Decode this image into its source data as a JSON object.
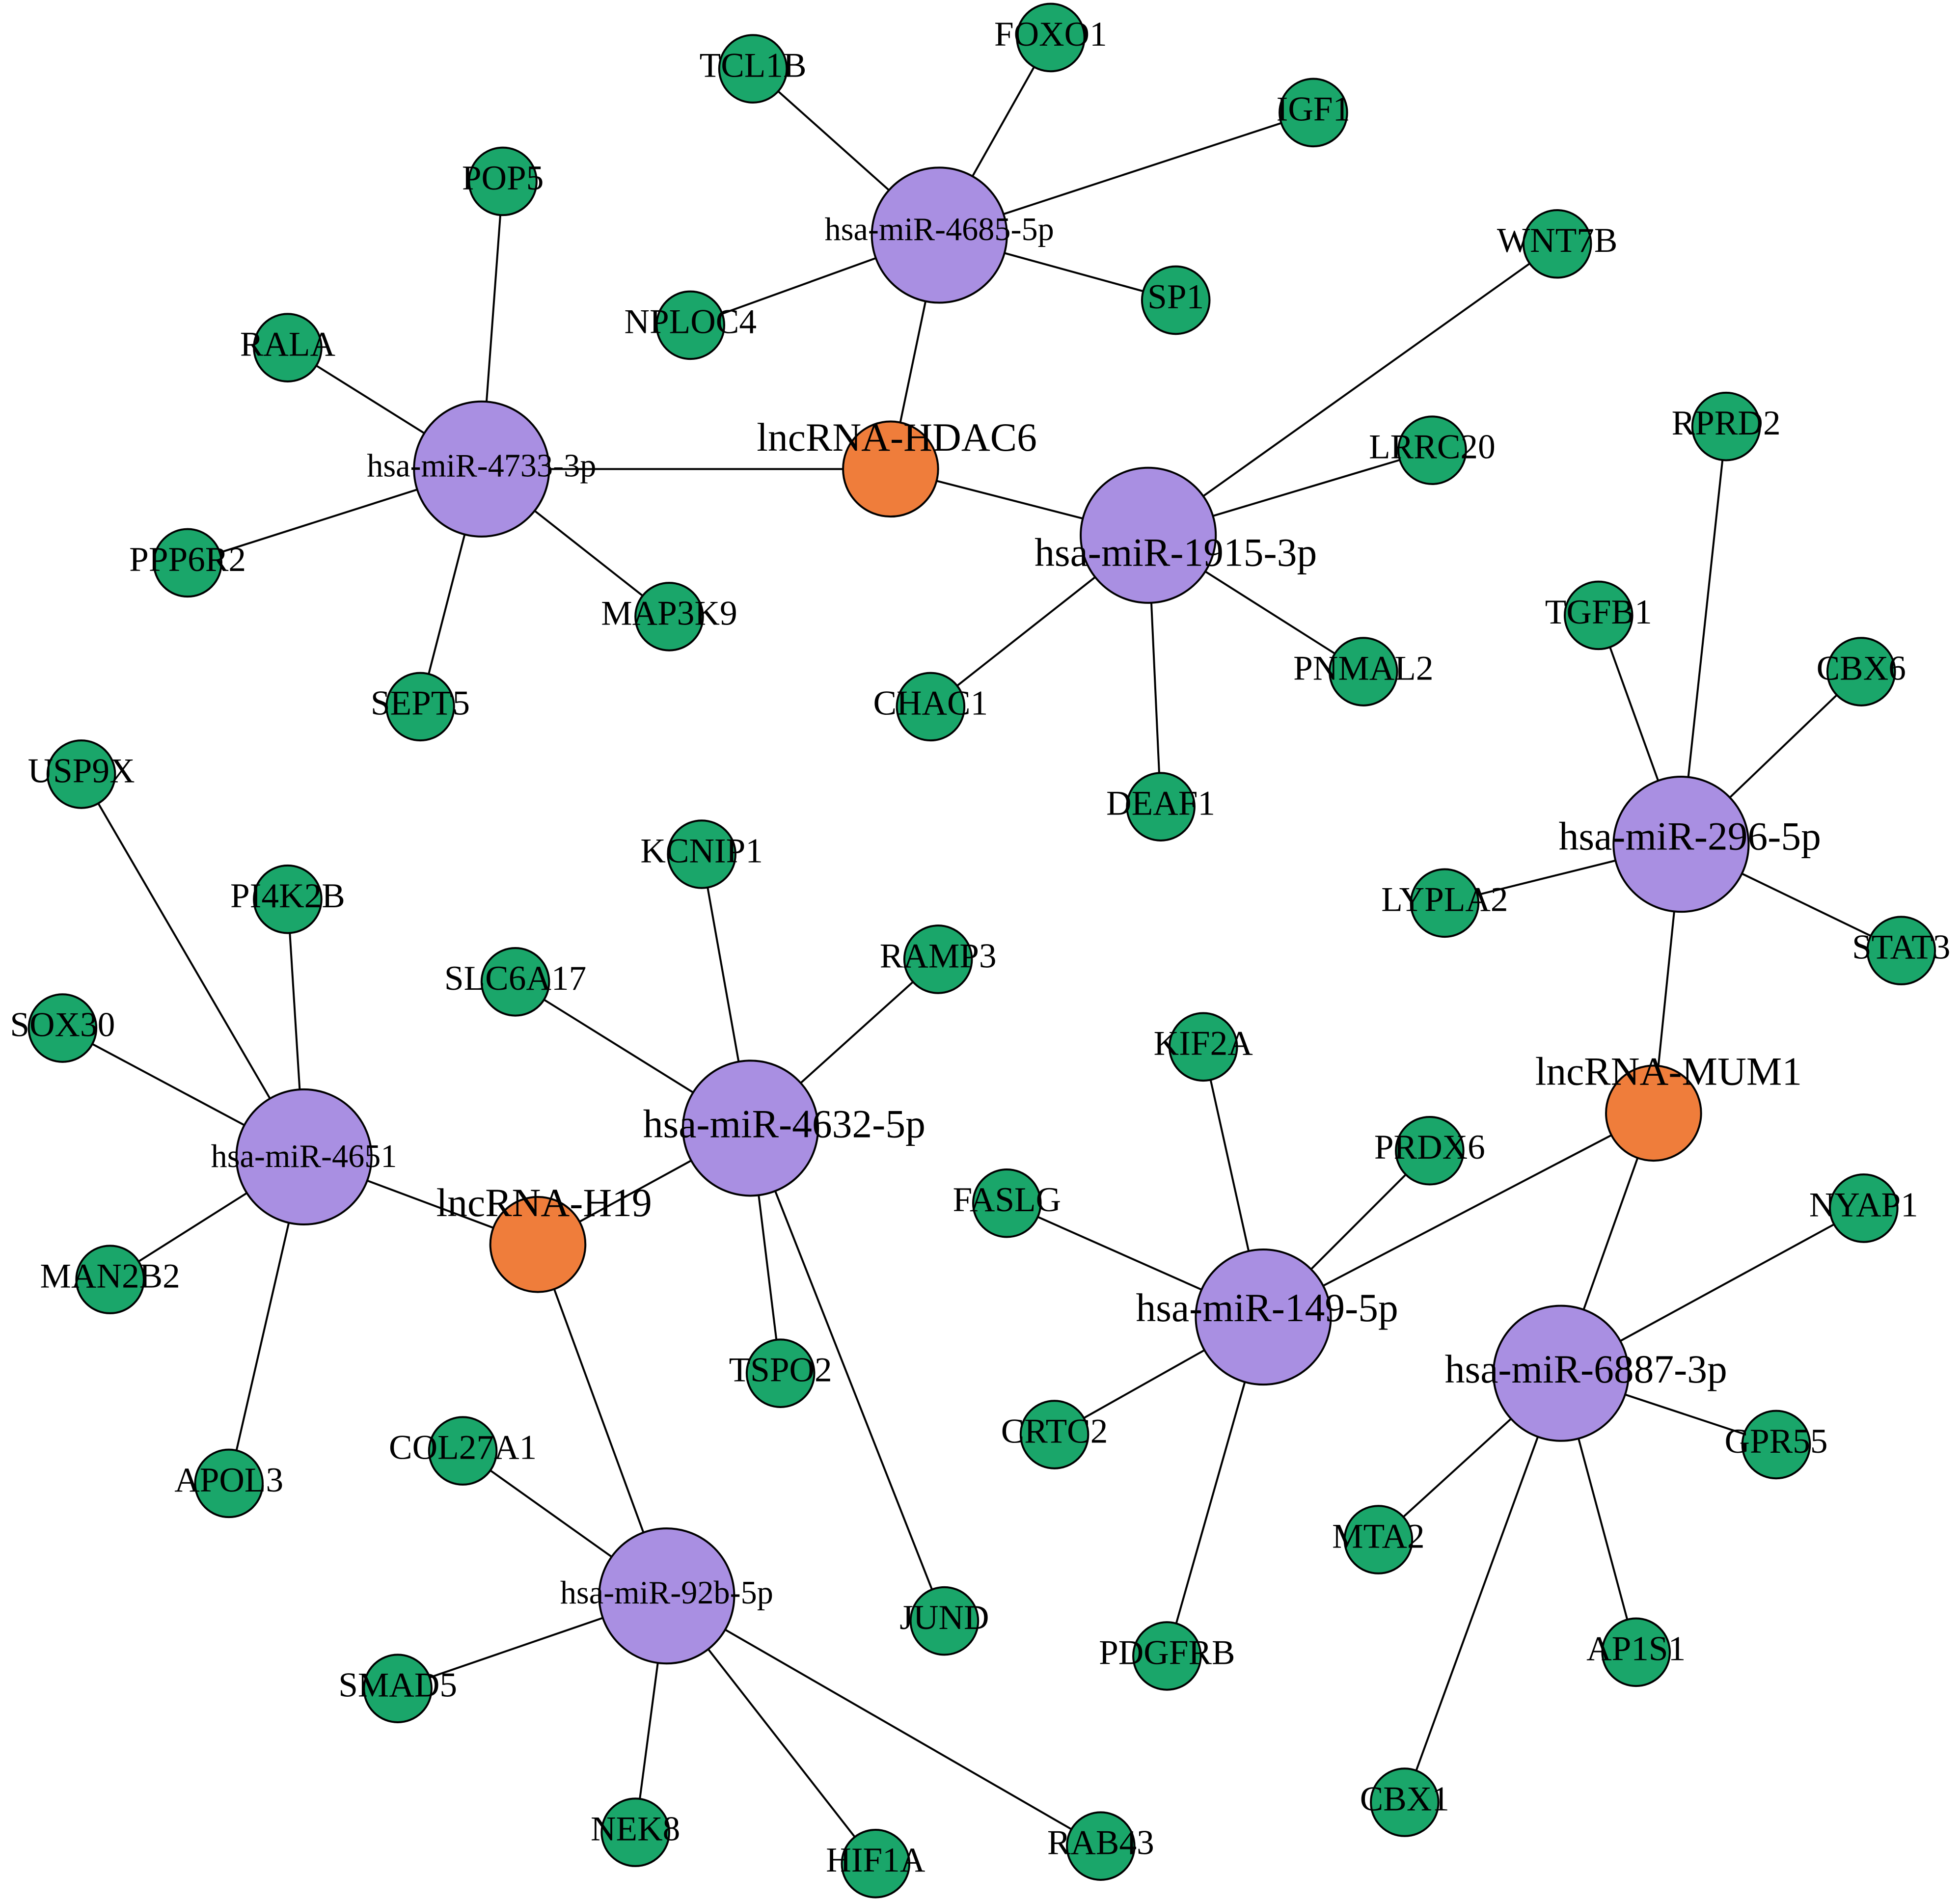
{
  "colors": {
    "lncrna": "#ef7d3b",
    "mirna": "#a98fe2",
    "gene": "#1aa66a",
    "edge": "#000000"
  },
  "nodes": [
    {
      "id": "lnc-hdac6",
      "type": "lncrna",
      "label": "lncRNA-HDAC6"
    },
    {
      "id": "lnc-h19",
      "type": "lncrna",
      "label": "lncRNA-H19"
    },
    {
      "id": "lnc-mum1",
      "type": "lncrna",
      "label": "lncRNA-MUM1"
    },
    {
      "id": "mir-4685",
      "type": "mirna",
      "label": "hsa-miR-4685-5p"
    },
    {
      "id": "mir-4733",
      "type": "mirna",
      "label": "hsa-miR-4733-3p"
    },
    {
      "id": "mir-1915",
      "type": "mirna",
      "label": "hsa-miR-1915-3p"
    },
    {
      "id": "mir-296",
      "type": "mirna",
      "label": "hsa-miR-296-5p"
    },
    {
      "id": "mir-4651",
      "type": "mirna",
      "label": "hsa-miR-4651"
    },
    {
      "id": "mir-4632",
      "type": "mirna",
      "label": "hsa-miR-4632-5p"
    },
    {
      "id": "mir-149",
      "type": "mirna",
      "label": "hsa-miR-149-5p"
    },
    {
      "id": "mir-6887",
      "type": "mirna",
      "label": "hsa-miR-6887-3p"
    },
    {
      "id": "mir-92b",
      "type": "mirna",
      "label": "hsa-miR-92b-5p"
    },
    {
      "id": "tcl1b",
      "type": "gene",
      "label": "TCL1B"
    },
    {
      "id": "foxo1",
      "type": "gene",
      "label": "FOXO1"
    },
    {
      "id": "igf1",
      "type": "gene",
      "label": "IGF1"
    },
    {
      "id": "sp1",
      "type": "gene",
      "label": "SP1"
    },
    {
      "id": "nploc4",
      "type": "gene",
      "label": "NPLOC4"
    },
    {
      "id": "pop5",
      "type": "gene",
      "label": "POP5"
    },
    {
      "id": "rala",
      "type": "gene",
      "label": "RALA"
    },
    {
      "id": "ppp6r2",
      "type": "gene",
      "label": "PPP6R2"
    },
    {
      "id": "map3k9",
      "type": "gene",
      "label": "MAP3K9"
    },
    {
      "id": "sept5",
      "type": "gene",
      "label": "SEPT5"
    },
    {
      "id": "wnt7b",
      "type": "gene",
      "label": "WNT7B"
    },
    {
      "id": "lrrc20",
      "type": "gene",
      "label": "LRRC20"
    },
    {
      "id": "pnmal2",
      "type": "gene",
      "label": "PNMAL2"
    },
    {
      "id": "deaf1",
      "type": "gene",
      "label": "DEAF1"
    },
    {
      "id": "chac1",
      "type": "gene",
      "label": "CHAC1"
    },
    {
      "id": "rprd2",
      "type": "gene",
      "label": "RPRD2"
    },
    {
      "id": "tgfb1",
      "type": "gene",
      "label": "TGFB1"
    },
    {
      "id": "cbx6",
      "type": "gene",
      "label": "CBX6"
    },
    {
      "id": "lypla2",
      "type": "gene",
      "label": "LYPLA2"
    },
    {
      "id": "stat3",
      "type": "gene",
      "label": "STAT3"
    },
    {
      "id": "usp9x",
      "type": "gene",
      "label": "USP9X"
    },
    {
      "id": "pi4k2b",
      "type": "gene",
      "label": "PI4K2B"
    },
    {
      "id": "sox30",
      "type": "gene",
      "label": "SOX30"
    },
    {
      "id": "man2b2",
      "type": "gene",
      "label": "MAN2B2"
    },
    {
      "id": "apol3",
      "type": "gene",
      "label": "APOL3"
    },
    {
      "id": "kcnip1",
      "type": "gene",
      "label": "KCNIP1"
    },
    {
      "id": "slc6a17",
      "type": "gene",
      "label": "SLC6A17"
    },
    {
      "id": "ramp3",
      "type": "gene",
      "label": "RAMP3"
    },
    {
      "id": "tspo2",
      "type": "gene",
      "label": "TSPO2"
    },
    {
      "id": "jund",
      "type": "gene",
      "label": "JUND"
    },
    {
      "id": "kif2a",
      "type": "gene",
      "label": "KIF2A"
    },
    {
      "id": "prdx6",
      "type": "gene",
      "label": "PRDX6"
    },
    {
      "id": "faslg",
      "type": "gene",
      "label": "FASLG"
    },
    {
      "id": "crtc2",
      "type": "gene",
      "label": "CRTC2"
    },
    {
      "id": "pdgfrb",
      "type": "gene",
      "label": "PDGFRB"
    },
    {
      "id": "nyap1",
      "type": "gene",
      "label": "NYAP1"
    },
    {
      "id": "gpr55",
      "type": "gene",
      "label": "GPR55"
    },
    {
      "id": "mta2",
      "type": "gene",
      "label": "MTA2"
    },
    {
      "id": "ap1s1",
      "type": "gene",
      "label": "AP1S1"
    },
    {
      "id": "cbx1",
      "type": "gene",
      "label": "CBX1"
    },
    {
      "id": "col27a1",
      "type": "gene",
      "label": "COL27A1"
    },
    {
      "id": "smad5",
      "type": "gene",
      "label": "SMAD5"
    },
    {
      "id": "nek8",
      "type": "gene",
      "label": "NEK8"
    },
    {
      "id": "hif1a",
      "type": "gene",
      "label": "HIF1A"
    },
    {
      "id": "rab43",
      "type": "gene",
      "label": "RAB43"
    }
  ],
  "edges": [
    [
      "mir-4685",
      "tcl1b"
    ],
    [
      "mir-4685",
      "foxo1"
    ],
    [
      "mir-4685",
      "igf1"
    ],
    [
      "mir-4685",
      "sp1"
    ],
    [
      "mir-4685",
      "nploc4"
    ],
    [
      "mir-4685",
      "lnc-hdac6"
    ],
    [
      "mir-4733",
      "pop5"
    ],
    [
      "mir-4733",
      "rala"
    ],
    [
      "mir-4733",
      "ppp6r2"
    ],
    [
      "mir-4733",
      "map3k9"
    ],
    [
      "mir-4733",
      "sept5"
    ],
    [
      "mir-4733",
      "lnc-hdac6"
    ],
    [
      "lnc-hdac6",
      "mir-1915"
    ],
    [
      "mir-1915",
      "wnt7b"
    ],
    [
      "mir-1915",
      "lrrc20"
    ],
    [
      "mir-1915",
      "pnmal2"
    ],
    [
      "mir-1915",
      "deaf1"
    ],
    [
      "mir-1915",
      "chac1"
    ],
    [
      "mir-296",
      "rprd2"
    ],
    [
      "mir-296",
      "tgfb1"
    ],
    [
      "mir-296",
      "cbx6"
    ],
    [
      "mir-296",
      "lypla2"
    ],
    [
      "mir-296",
      "stat3"
    ],
    [
      "mir-296",
      "lnc-mum1"
    ],
    [
      "mir-4651",
      "usp9x"
    ],
    [
      "mir-4651",
      "pi4k2b"
    ],
    [
      "mir-4651",
      "sox30"
    ],
    [
      "mir-4651",
      "man2b2"
    ],
    [
      "mir-4651",
      "apol3"
    ],
    [
      "mir-4651",
      "lnc-h19"
    ],
    [
      "mir-4632",
      "kcnip1"
    ],
    [
      "mir-4632",
      "slc6a17"
    ],
    [
      "mir-4632",
      "ramp3"
    ],
    [
      "mir-4632",
      "tspo2"
    ],
    [
      "mir-4632",
      "jund"
    ],
    [
      "mir-4632",
      "lnc-h19"
    ],
    [
      "mir-149",
      "kif2a"
    ],
    [
      "mir-149",
      "prdx6"
    ],
    [
      "mir-149",
      "faslg"
    ],
    [
      "mir-149",
      "crtc2"
    ],
    [
      "mir-149",
      "pdgfrb"
    ],
    [
      "mir-149",
      "lnc-mum1"
    ],
    [
      "mir-6887",
      "nyap1"
    ],
    [
      "mir-6887",
      "gpr55"
    ],
    [
      "mir-6887",
      "mta2"
    ],
    [
      "mir-6887",
      "ap1s1"
    ],
    [
      "mir-6887",
      "cbx1"
    ],
    [
      "mir-6887",
      "lnc-mum1"
    ],
    [
      "mir-92b",
      "col27a1"
    ],
    [
      "mir-92b",
      "smad5"
    ],
    [
      "mir-92b",
      "nek8"
    ],
    [
      "mir-92b",
      "hif1a"
    ],
    [
      "mir-92b",
      "rab43"
    ],
    [
      "mir-92b",
      "lnc-h19"
    ]
  ]
}
